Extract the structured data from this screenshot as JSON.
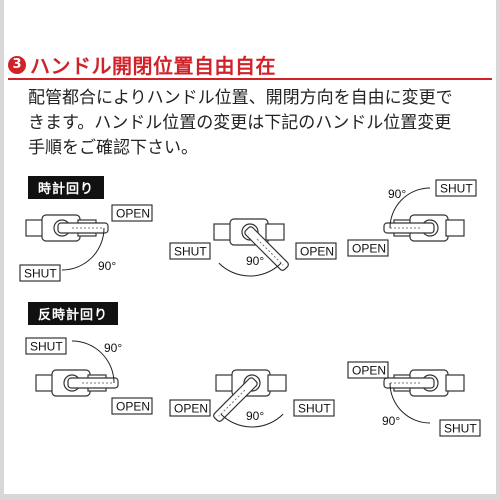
{
  "section": {
    "step_number": "3",
    "title": "ハンドル開閉位置自由自在",
    "description_lines": [
      "配管都合によりハンドル位置、開閉方向を自由に変更で",
      "きます。ハンドル位置の変更は下記のハンドル位置変更",
      "手順をご確認下さい。"
    ]
  },
  "colors": {
    "accent": "#d1222a",
    "label_bg": "#111111"
  },
  "groups": {
    "clockwise": {
      "label": "時計回り",
      "diagrams": [
        {
          "open": "OPEN",
          "shut": "SHUT",
          "angle": "90°"
        },
        {
          "open": "OPEN",
          "shut": "SHUT",
          "angle": "90°"
        },
        {
          "open": "OPEN",
          "shut": "SHUT",
          "angle": "90°"
        }
      ]
    },
    "counterclockwise": {
      "label": "反時計回り",
      "diagrams": [
        {
          "open": "OPEN",
          "shut": "SHUT",
          "angle": "90°"
        },
        {
          "open": "OPEN",
          "shut": "SHUT",
          "angle": "90°"
        },
        {
          "open": "OPEN",
          "shut": "SHUT",
          "angle": "90°"
        }
      ]
    }
  }
}
